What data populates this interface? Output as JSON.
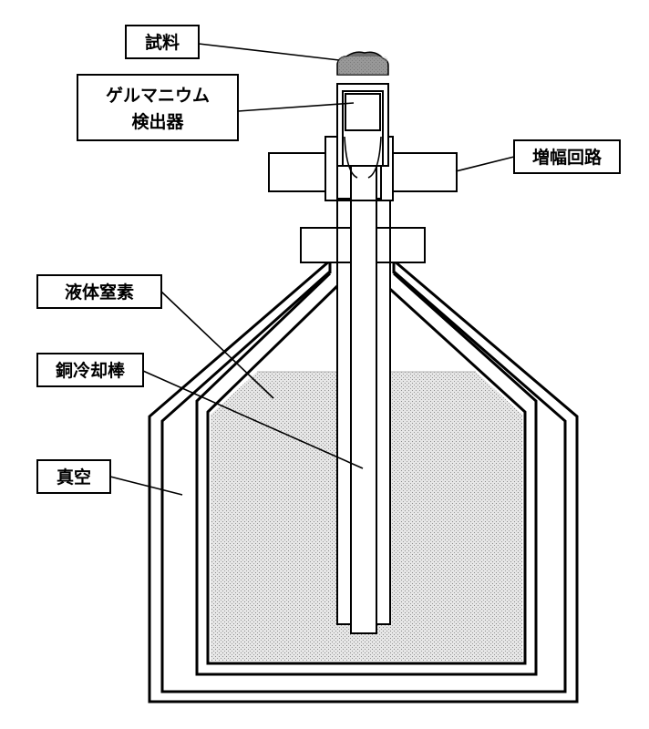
{
  "labels": {
    "sample": "試料",
    "detector_line1": "ゲルマニウム",
    "detector_line2": "検出器",
    "amplifier": "増幅回路",
    "liquid_nitrogen": "液体窒素",
    "cooling_rod": "銅冷却棒",
    "vacuum": "真空"
  },
  "colors": {
    "liquid_fill": "#d3d3d3",
    "stroke": "#000000",
    "background": "#ffffff"
  }
}
